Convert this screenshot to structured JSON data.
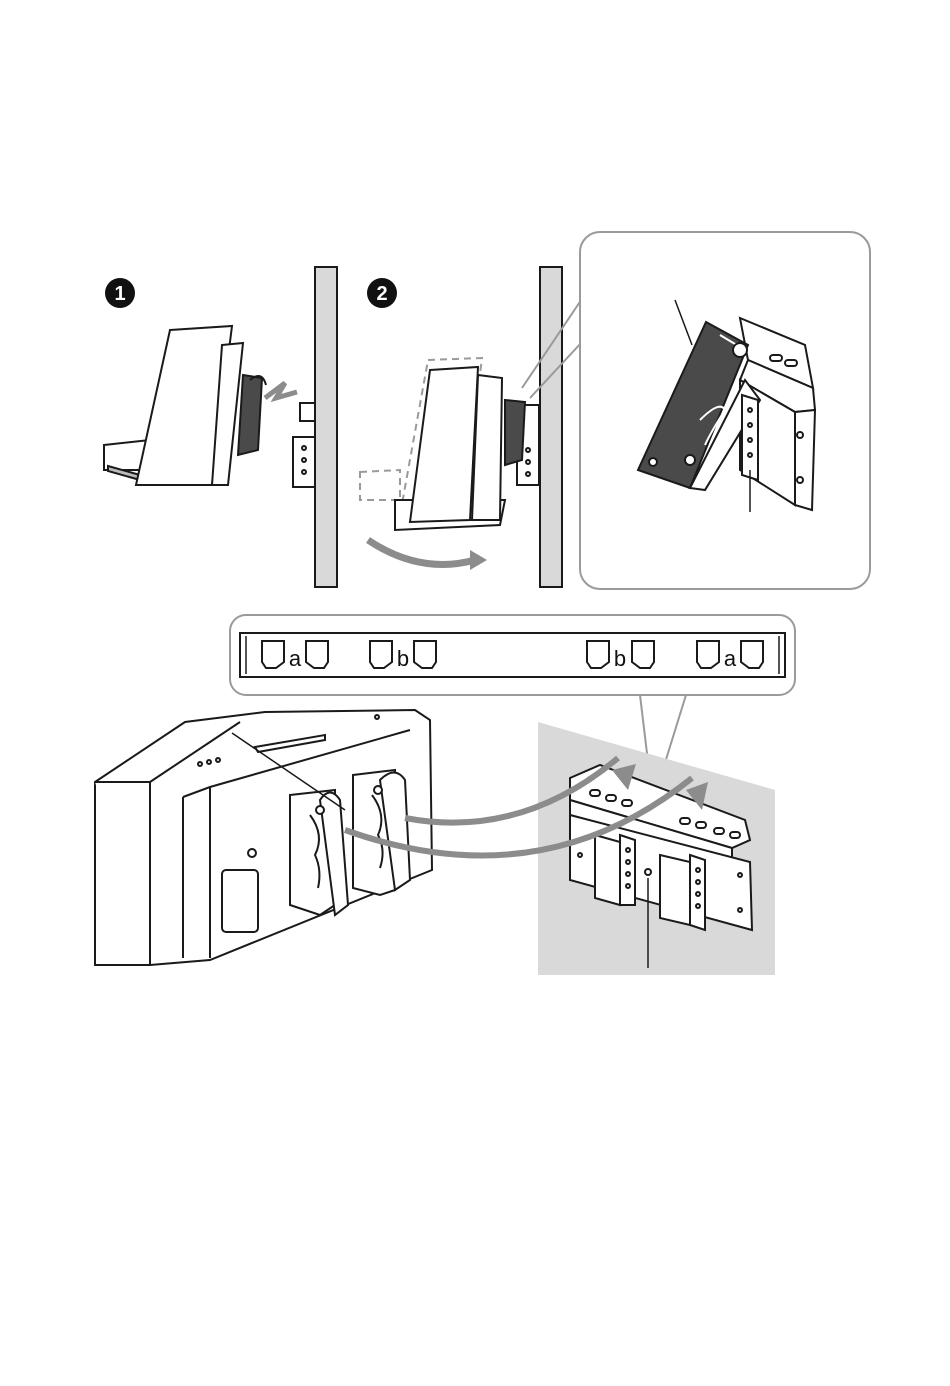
{
  "steps": [
    {
      "number": "1"
    },
    {
      "number": "2"
    }
  ],
  "bracket_slots": [
    {
      "letter": "a"
    },
    {
      "letter": "b"
    },
    {
      "letter": "b"
    },
    {
      "letter": "a"
    }
  ],
  "colors": {
    "line": "#1a1a1a",
    "wall": "#d9d9d9",
    "arrow": "#8c8c8c",
    "callout_border": "#9a9a9a",
    "panel_fill": "#ffffff",
    "dark_part": "#4a4a4a"
  },
  "icons": [
    "step-number-badge",
    "movement-arrow",
    "zoom-callout"
  ]
}
